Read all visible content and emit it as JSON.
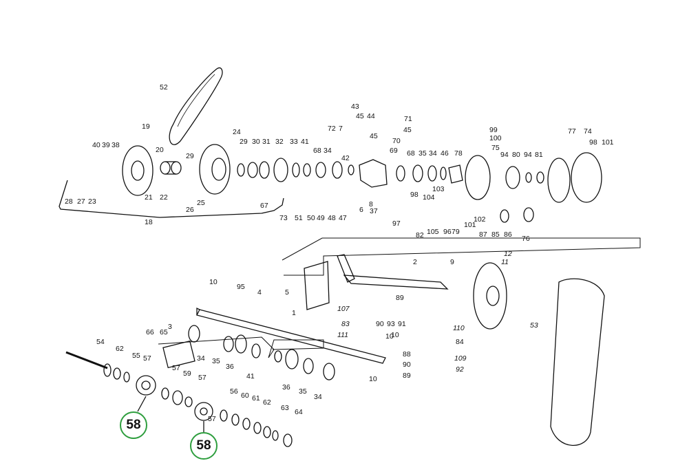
{
  "diagram": {
    "upper_assembly_group_label": "18",
    "part_labels": [
      "52",
      "19",
      "20",
      "29",
      "24",
      "29",
      "30",
      "31",
      "32",
      "33",
      "41",
      "68",
      "34",
      "42",
      "40",
      "39",
      "38",
      "28",
      "27",
      "23",
      "21",
      "22",
      "25",
      "26",
      "67",
      "73",
      "51",
      "50",
      "49",
      "48",
      "47",
      "43",
      "45",
      "44",
      "71",
      "45",
      "72",
      "7",
      "45",
      "70",
      "69",
      "6",
      "8",
      "37",
      "68",
      "35",
      "34",
      "46",
      "78",
      "99",
      "100",
      "75",
      "94",
      "80",
      "94",
      "81",
      "77",
      "74",
      "98",
      "101",
      "103",
      "104",
      "98",
      "97",
      "82",
      "105",
      "96",
      "79",
      "101",
      "102",
      "87",
      "85",
      "86",
      "76",
      "2",
      "9",
      "12",
      "11",
      "5",
      "107",
      "83",
      "111",
      "89",
      "90",
      "93",
      "91",
      "110",
      "84",
      "88",
      "90",
      "89",
      "109",
      "92",
      "10",
      "95",
      "4",
      "1",
      "10",
      "10",
      "53",
      "3",
      "66",
      "65",
      "34",
      "35",
      "36",
      "41",
      "36",
      "35",
      "34",
      "10",
      "54",
      "62",
      "55",
      "57",
      "57",
      "59",
      "57",
      "57",
      "56",
      "60",
      "61",
      "62",
      "63",
      "64"
    ],
    "italic_labels": [
      "12",
      "11",
      "107",
      "83",
      "111",
      "110",
      "109",
      "92",
      "53"
    ],
    "highlighted_part": "58",
    "highlight_color": "#2e9e3e"
  }
}
